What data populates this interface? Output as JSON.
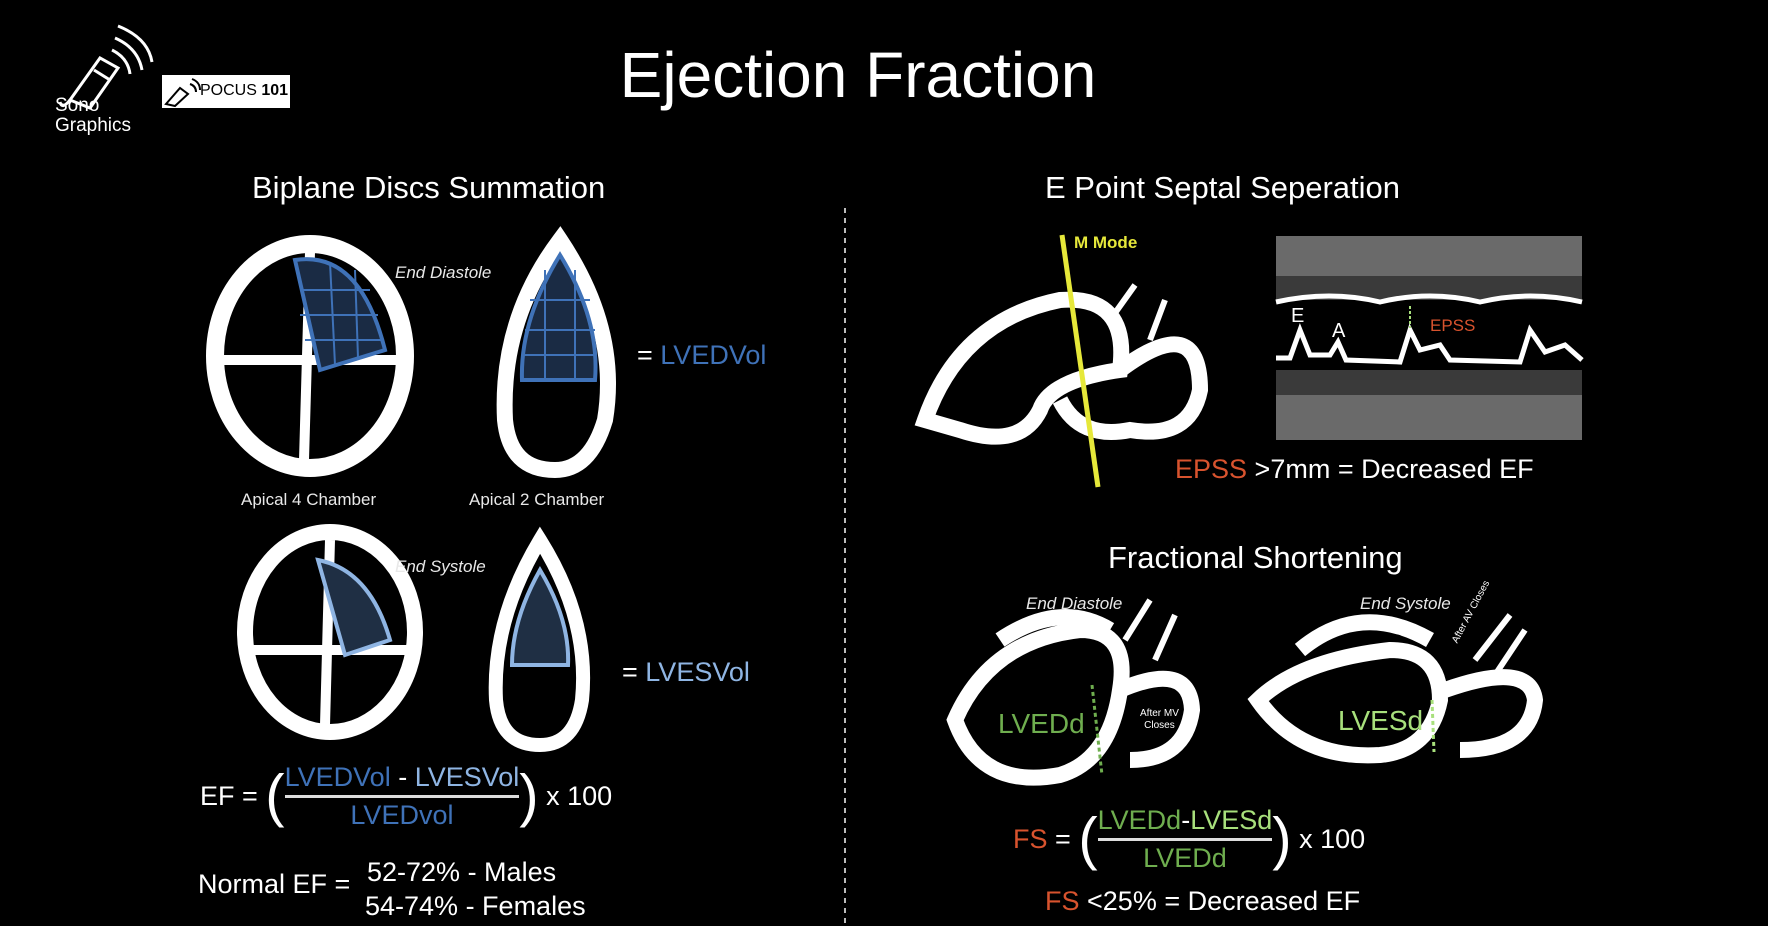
{
  "title": "Ejection Fraction",
  "logos": {
    "sonographics_line1": "Sono",
    "sonographics_line2": "Graphics",
    "pocus_text": "POCUS",
    "pocus_num": "101"
  },
  "left": {
    "heading": "Biplane Discs Summation",
    "end_diastole": "End Diastole",
    "end_systole": "End Systole",
    "apical4": "Apical 4 Chamber",
    "apical2": "Apical 2 Chamber",
    "eq_sign": "=",
    "lvedvol": "LVEDVol",
    "lvesvol": "LVESVol",
    "formula": {
      "lhs": "EF =",
      "num_a": "LVEDVol",
      "minus": " - ",
      "num_b": "LVESVol",
      "den": "LVEDvol",
      "times": "x 100"
    },
    "normal_label": "Normal EF =",
    "normal_males": "52-72% - Males",
    "normal_females": "54-74% - Females"
  },
  "right": {
    "heading": "E Point Septal Seperation",
    "mmode_label": "M Mode",
    "trace_e": "E",
    "trace_a": "A",
    "trace_epss": "EPSS",
    "epss_rule": {
      "term": "EPSS",
      "rest": " >7mm = Decreased EF"
    },
    "fs_heading": "Fractional Shortening",
    "fs_end_diastole": "End Diastole",
    "fs_end_systole": "End Systole",
    "lvedd": "LVEDd",
    "lvesd": "LVESd",
    "after_mv_1": "After MV",
    "after_mv_2": "Closes",
    "after_av": "After AV Closes",
    "fs_formula": {
      "lhs": "FS",
      "eq": " =",
      "num_a": "LVEDd",
      "minus": "-",
      "num_b": "LVESd",
      "den": "LVEDd",
      "times": "x 100"
    },
    "fs_rule": {
      "term": "FS",
      "rest": " <25% = Decreased EF"
    }
  },
  "colors": {
    "dark_blue": "#3f72b8",
    "light_blue": "#8fb5e3",
    "green": "#6fae4f",
    "light_green": "#a8e07c",
    "red": "#d8532e",
    "yellow": "#e6e83a"
  }
}
